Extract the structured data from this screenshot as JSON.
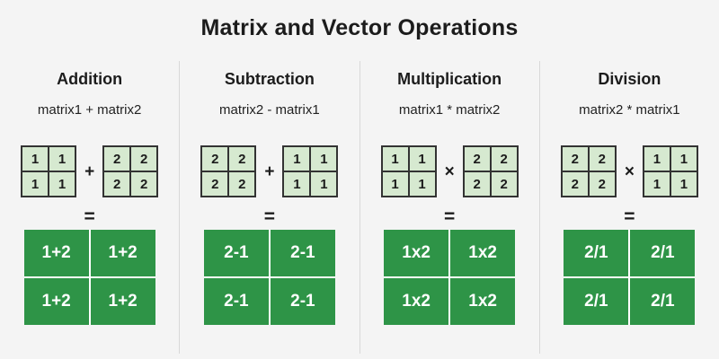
{
  "title": "Matrix and Vector Operations",
  "columns": [
    {
      "heading": "Addition",
      "expression": "matrix1 + matrix2",
      "matrix_a": [
        "1",
        "1",
        "1",
        "1"
      ],
      "operator": "+",
      "matrix_b": [
        "2",
        "2",
        "2",
        "2"
      ],
      "equals": "=",
      "result": [
        "1+2",
        "1+2",
        "1+2",
        "1+2"
      ]
    },
    {
      "heading": "Subtraction",
      "expression": "matrix2 - matrix1",
      "matrix_a": [
        "2",
        "2",
        "2",
        "2"
      ],
      "operator": "+",
      "matrix_b": [
        "1",
        "1",
        "1",
        "1"
      ],
      "equals": "=",
      "result": [
        "2-1",
        "2-1",
        "2-1",
        "2-1"
      ]
    },
    {
      "heading": "Multiplication",
      "expression": "matrix1 * matrix2",
      "matrix_a": [
        "1",
        "1",
        "1",
        "1"
      ],
      "operator": "×",
      "matrix_b": [
        "2",
        "2",
        "2",
        "2"
      ],
      "equals": "=",
      "result": [
        "1x2",
        "1x2",
        "1x2",
        "1x2"
      ]
    },
    {
      "heading": "Division",
      "expression": "matrix2 * matrix1",
      "matrix_a": [
        "2",
        "2",
        "2",
        "2"
      ],
      "operator": "×",
      "matrix_b": [
        "1",
        "1",
        "1",
        "1"
      ],
      "equals": "=",
      "result": [
        "2/1",
        "2/1",
        "2/1",
        "2/1"
      ]
    }
  ],
  "colors": {
    "background": "#f4f4f4",
    "text": "#1c1c1c",
    "light_cell": "#d6e9d0",
    "cell_border": "#333333",
    "result_green": "#2e9447",
    "result_text": "#ffffff",
    "divider": "#d8d8d8"
  }
}
